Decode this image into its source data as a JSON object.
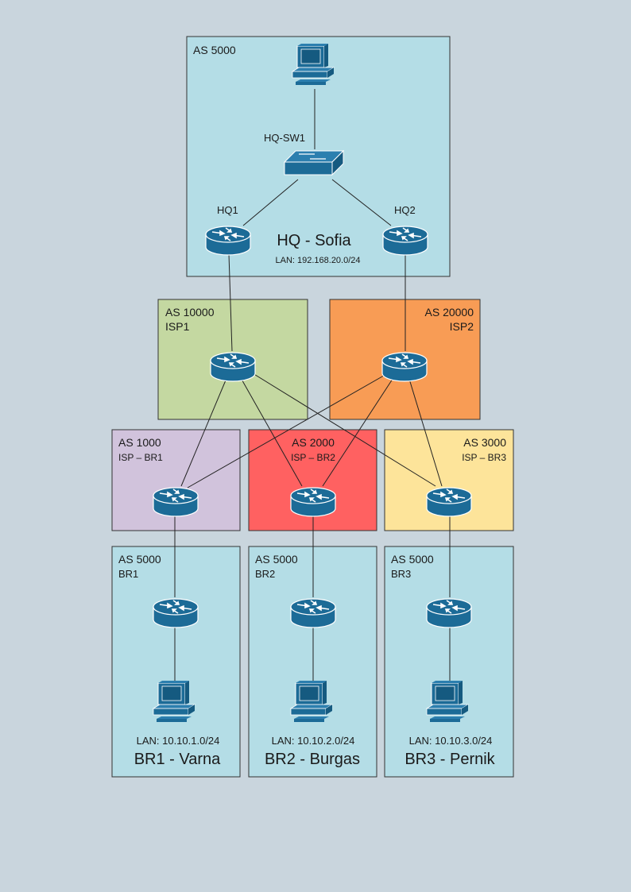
{
  "colors": {
    "background": "#c9d5dd",
    "hq_zone": "#b4dde6",
    "branch_zone": "#b4dde6",
    "isp1_zone": "#c4d8a1",
    "isp2_zone": "#f89c55",
    "isp_br1_zone": "#d1c3dc",
    "isp_br2_zone": "#ff6161",
    "isp_br3_zone": "#fde49a",
    "device": "#1c6b97",
    "link": "#222222"
  },
  "hq": {
    "as_label": "AS 5000",
    "switch_label": "HQ-SW1",
    "router1_label": "HQ1",
    "router2_label": "HQ2",
    "title": "HQ - Sofia",
    "lan": "LAN: 192.168.20.0/24"
  },
  "isp1": {
    "as_label": "AS 10000",
    "name": "ISP1"
  },
  "isp2": {
    "as_label": "AS 20000",
    "name": "ISP2"
  },
  "isp_br1": {
    "as_label": "AS 1000",
    "name": "ISP – BR1"
  },
  "isp_br2": {
    "as_label": "AS 2000",
    "name": "ISP – BR2"
  },
  "isp_br3": {
    "as_label": "AS 3000",
    "name": "ISP – BR3"
  },
  "br1": {
    "as_label": "AS 5000",
    "name": "BR1",
    "lan": "LAN: 10.10.1.0/24",
    "title": "BR1 - Varna"
  },
  "br2": {
    "as_label": "AS 5000",
    "name": "BR2",
    "lan": "LAN: 10.10.2.0/24",
    "title": "BR2 - Burgas"
  },
  "br3": {
    "as_label": "AS 5000",
    "name": "BR3",
    "lan": "LAN: 10.10.3.0/24",
    "title": "BR3 - Pernik"
  }
}
